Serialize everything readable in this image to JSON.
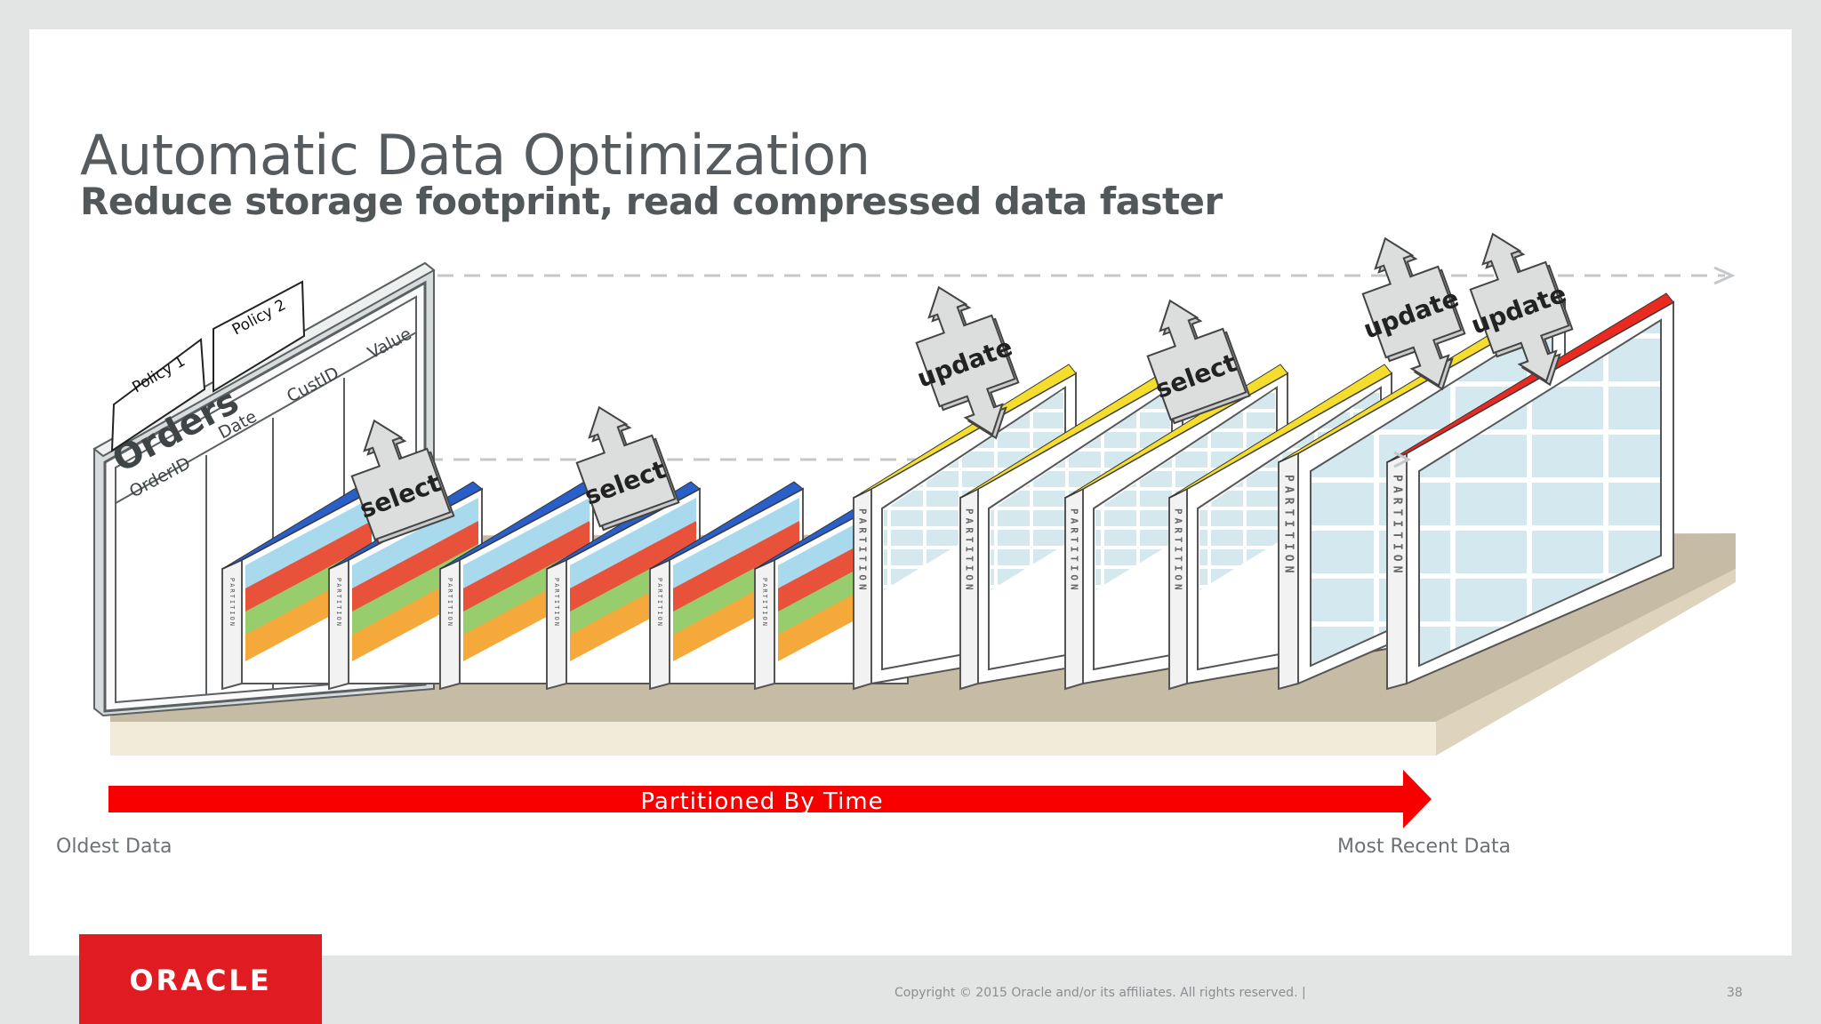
{
  "slide": {
    "title": "Automatic Data Optimization",
    "subtitle": "Reduce storage footprint, read compressed data faster"
  },
  "table": {
    "name": "Orders",
    "columns": [
      "OrderID",
      "Date",
      "CustID",
      "Value"
    ],
    "policies": [
      "Policy 1",
      "Policy 2"
    ]
  },
  "partition_label": "PARTITION",
  "operations": {
    "select": "select",
    "update": "update"
  },
  "timeline": {
    "label": "Partitioned By Time",
    "oldest": "Oldest Data",
    "newest": "Most Recent Data"
  },
  "footer": {
    "brand": "ORACLE",
    "copyright": "Copyright © 2015 Oracle and/or its affiliates. All rights reserved.  |",
    "page": "38"
  },
  "colors": {
    "compressed_top": "#2a5fc9",
    "band_blue": "#a9d9ec",
    "band_red": "#e8523b",
    "band_green": "#98cd6e",
    "band_orange": "#f5a93a",
    "warm_top": "#f4dd2c",
    "hot_top": "#ea2a20",
    "arrow_red": "#f80000",
    "platform": "#c6bba5"
  }
}
